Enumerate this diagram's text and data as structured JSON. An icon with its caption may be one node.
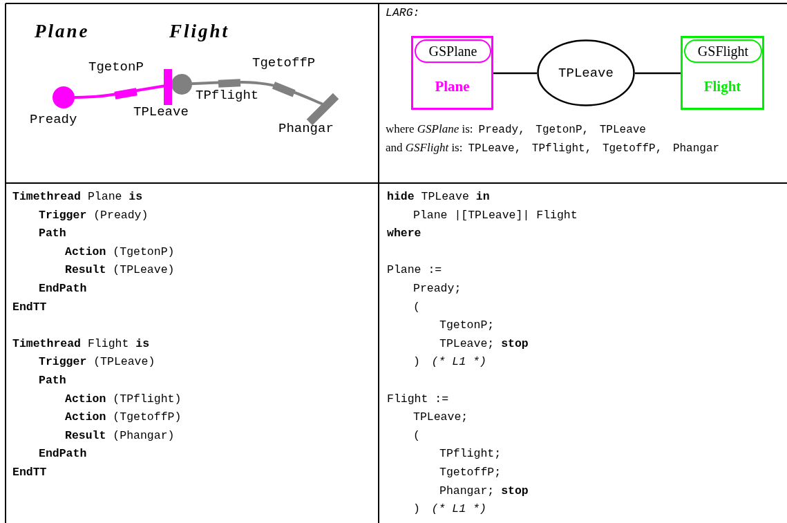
{
  "diagram": {
    "nodes": [
      {
        "text": [
          "Plane"
        ]
      },
      {
        "text": [
          "GSPlane"
        ],
        "in": 0
      },
      {
        "text": [
          "TPLeave"
        ]
      },
      {
        "text": [
          "Flight"
        ]
      },
      {
        "text": [
          "GSFlight"
        ],
        "in": 3
      }
    ],
    "edges": [
      {
        "from": 0,
        "to": 2,
        "arrow": "none"
      },
      {
        "from": 2,
        "to": 3,
        "arrow": "none"
      }
    ],
    "labels": [
      "Plane",
      "Flight",
      "TgetonP",
      "TgetoffP",
      "Pready",
      "TPLeave",
      "TPflight",
      "Phangar",
      "LARG:",
      "where *GSPlane* is:",
      "Pready, TgetonP, TPLeave",
      "and *GSFlight* is:",
      "TPLeave, TPflight, TgetoffP, Phangar",
      "**Timethread** Plane **is**",
      "**Trigger** (Pready)",
      "**Path**",
      "**Action** (TgetonP)",
      "**Result** (TPLeave)",
      "**EndPath**",
      "**EndTT**",
      "**Timethread** Flight **is**",
      "**Trigger** (TPLeave)",
      "**Path**",
      "**Action** (TPflight)",
      "**Action** (TgetoffP)",
      "**Result** (Phangar)",
      "**EndPath**",
      "**EndTT**",
      "**hide** TPLeave **in**",
      "Plane |[TPLeave]| Flight",
      "**where**",
      "Plane :=",
      "Pready;",
      "(",
      "TgetonP;",
      "TPLeave; **stop**",
      ")",
      "(* L1 *)",
      "Flight :=",
      "TPLeave;",
      "(",
      "TPflight;",
      "TgetoffP;",
      "Phangar; **stop**",
      ")",
      "(* L1 *)"
    ]
  }
}
